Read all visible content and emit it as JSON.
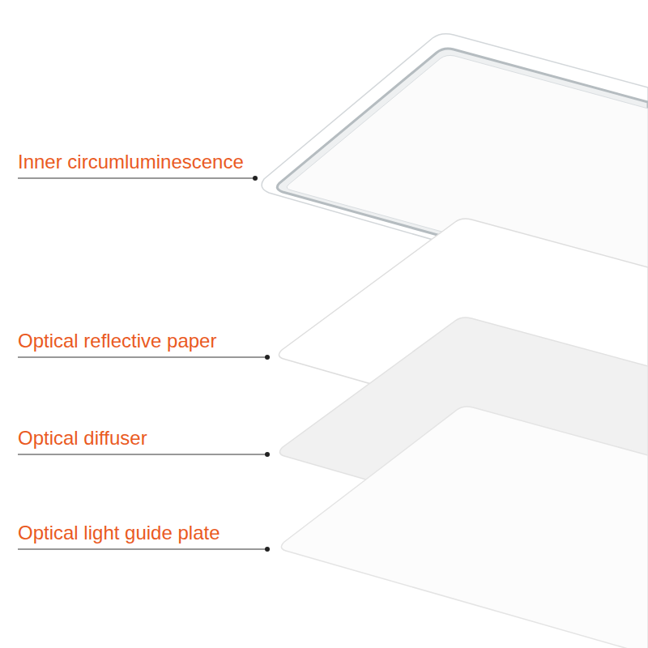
{
  "diagram": {
    "labels": [
      "Inner circumluminescence",
      "Optical reflective paper",
      "Optical diffuser",
      "Optical light guide plate"
    ]
  }
}
